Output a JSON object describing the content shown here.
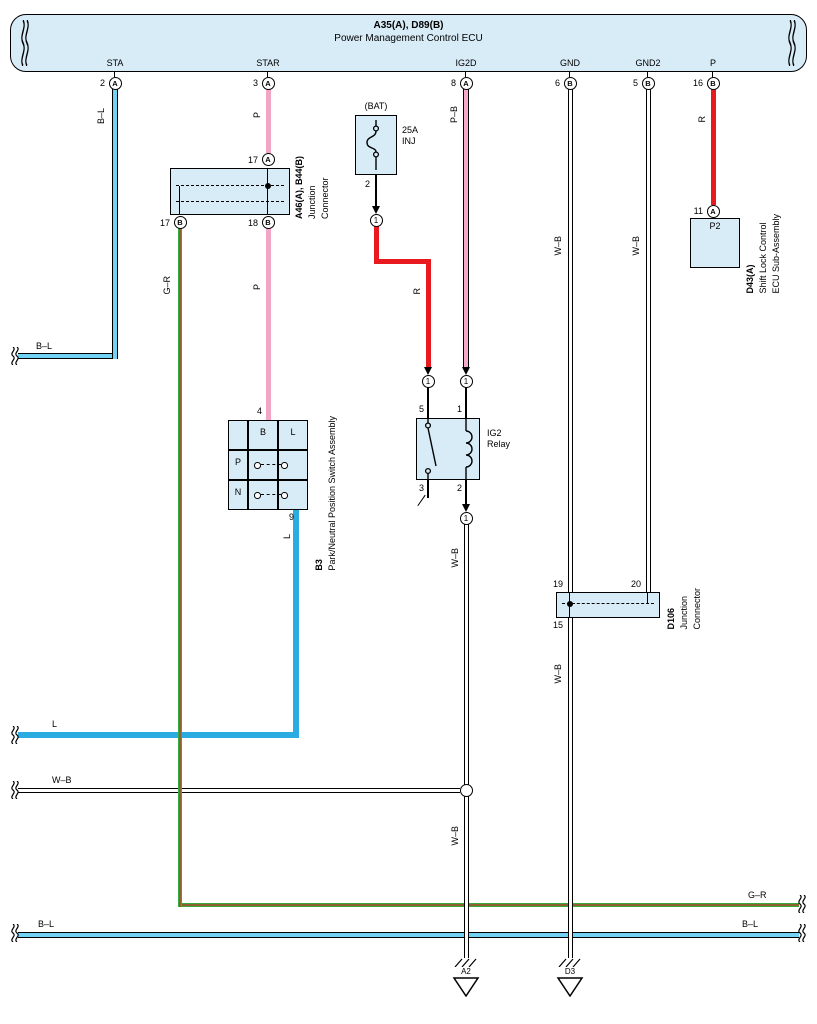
{
  "colors": {
    "box_fill": "#d8ecf8",
    "wire_red": "#e8191f",
    "wire_pink": "#f3a5c6",
    "wire_blue": "#2aabe2",
    "wire_cyan": "#72d2f4",
    "wire_green": "#36a93f",
    "wire_black": "#000000",
    "wire_white": "#ffffff"
  },
  "ecu": {
    "title": "A35(A), D89(B)",
    "subtitle": "Power Management Control ECU",
    "pins": [
      {
        "name": "STA",
        "num": "2",
        "conn": "A"
      },
      {
        "name": "STAR",
        "num": "3",
        "conn": "A"
      },
      {
        "name": "IG2D",
        "num": "8",
        "conn": "A"
      },
      {
        "name": "GND",
        "num": "6",
        "conn": "B"
      },
      {
        "name": "GND2",
        "num": "5",
        "conn": "B"
      },
      {
        "name": "P",
        "num": "16",
        "conn": "B"
      }
    ]
  },
  "wire_labels": {
    "bl": "B–L",
    "p": "P",
    "gr": "G–R",
    "r": "R",
    "pb": "P–B",
    "wb": "W–B",
    "l": "L"
  },
  "fuse": {
    "top": "(BAT)",
    "rating": "25A",
    "name": "INJ",
    "pin": "2"
  },
  "splice": "1",
  "junction_a46": {
    "id": "A46(A), B44(B)",
    "name1": "Junction",
    "name2": "Connector",
    "pin_top": "17",
    "pin_top_conn": "A",
    "pin_bl": "17",
    "pin_bl_conn": "B",
    "pin_br": "18",
    "pin_br_conn": "B"
  },
  "b3": {
    "id": "B3",
    "name": "Park/Neutral Position Switch Assembly",
    "pin_in": "4",
    "pin_out": "9",
    "col1": "B",
    "col2": "L",
    "row1": "P",
    "row2": "N"
  },
  "relay": {
    "id": "IG2",
    "name": "Relay",
    "pin_tl": "5",
    "pin_tr": "1",
    "pin_bl": "3",
    "pin_br": "2"
  },
  "d106": {
    "id": "D106",
    "name1": "Junction",
    "name2": "Connector",
    "pin_tl": "19",
    "pin_tr": "20",
    "pin_bl": "15"
  },
  "shift_lock": {
    "label": "P2",
    "pin": "11",
    "conn": "A",
    "id": "D43(A)",
    "name1": "Shift Lock Control",
    "name2": "ECU Sub-Assembly"
  },
  "grounds": {
    "g1": "A2",
    "g2": "D3"
  }
}
